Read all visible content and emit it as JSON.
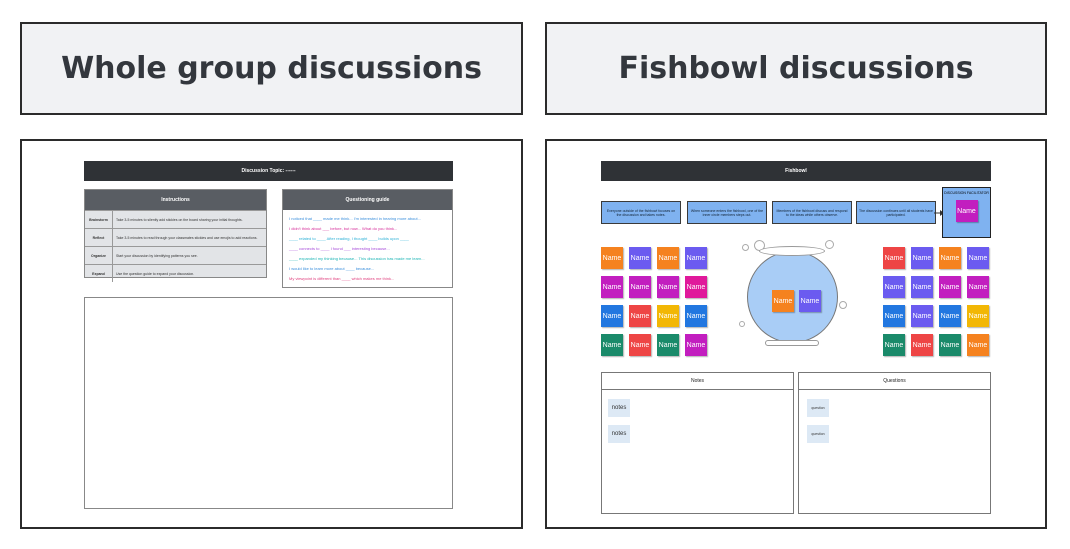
{
  "headers": {
    "left": "Whole group discussions",
    "right": "Fishbowl discussions"
  },
  "whole_group": {
    "topic": "Discussion Topic: ------",
    "instructions": {
      "title": "Instructions",
      "rows": [
        {
          "key": "Brainstorm",
          "text": "Take 3-5 minutes to silently add stickies on the board sharing your initial thoughts."
        },
        {
          "key": "Reflect",
          "text": "Take 3-5 minutes to read through your classmates stickies and use emojis to add reactions."
        },
        {
          "key": "Organize",
          "text": "Start your discussion by identifying patterns you see."
        },
        {
          "key": "Expand",
          "text": "Use the question guide to expand your discussion."
        }
      ]
    },
    "questioning_guide": {
      "title": "Questioning guide",
      "lines": [
        {
          "text": "I noticed that ____ made me think...    I'm interested in hearing more about...",
          "color": "#3b8fdc"
        },
        {
          "text": "I didn't think about ___ before, but now...       What do you think...",
          "color": "#d62f9a"
        },
        {
          "text": "____ related to ____    After reading, I thought ____ builds upon ____",
          "color": "#2bb0d6"
        },
        {
          "text": "____ connects to ____       I found ___ interesting because...",
          "color": "#a64bd9"
        },
        {
          "text": "____ expanded my thinking because...      This discussion has made me learn...",
          "color": "#1db5b5"
        },
        {
          "text": "I would like to learn more about ____ because...",
          "color": "#3b8fdc"
        },
        {
          "text": "My viewpoint is different than ____ which makes me think...",
          "color": "#e0407f"
        }
      ]
    }
  },
  "fishbowl": {
    "title": "Fishbowl",
    "boxes": [
      "Everyone outside of the fishbowl focuses on the discussion and takes notes.",
      "When someone enters the fishbowl, one of the inner circle members steps out.",
      "Members of the fishbowl discuss and respond to the ideas while others observe.",
      "The discussion continues until all students have participated."
    ],
    "facilitator_label": "DISCUSSION FACILITATOR",
    "sticky_label": "Name",
    "colors": {
      "orange": "#f5821f",
      "purple": "#6b5bf0",
      "magenta": "#c21ebf",
      "blue": "#2277e0",
      "yellow": "#f2b705",
      "green": "#1a8a6a",
      "red": "#ee4545",
      "pink": "#e0199b"
    },
    "notes_title": "Notes",
    "questions_title": "Questions",
    "notes_items": [
      "notes",
      "notes"
    ],
    "question_items": [
      "question",
      "question"
    ]
  }
}
